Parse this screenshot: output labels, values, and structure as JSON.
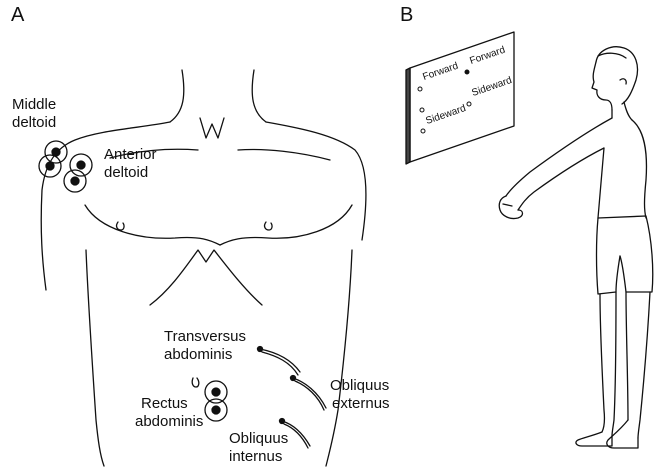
{
  "panel_a": {
    "letter": "A",
    "labels": {
      "middle_deltoid_1": "Middle",
      "middle_deltoid_2": "deltoid",
      "anterior_deltoid_1": "Anterior",
      "anterior_deltoid_2": "deltoid",
      "transversus_1": "Transversus",
      "transversus_2": "abdominis",
      "obliquus_externus_1": "Obliquus",
      "obliquus_externus_2": "externus",
      "rectus_1": "Rectus",
      "rectus_2": "abdominis",
      "obliquus_internus_1": "Obliquus",
      "obliquus_internus_2": "internus"
    }
  },
  "panel_b": {
    "letter": "B",
    "board": {
      "target_1": "Forward",
      "target_2": "Forward",
      "target_3": "Sideward",
      "target_4": "Sideward"
    }
  }
}
